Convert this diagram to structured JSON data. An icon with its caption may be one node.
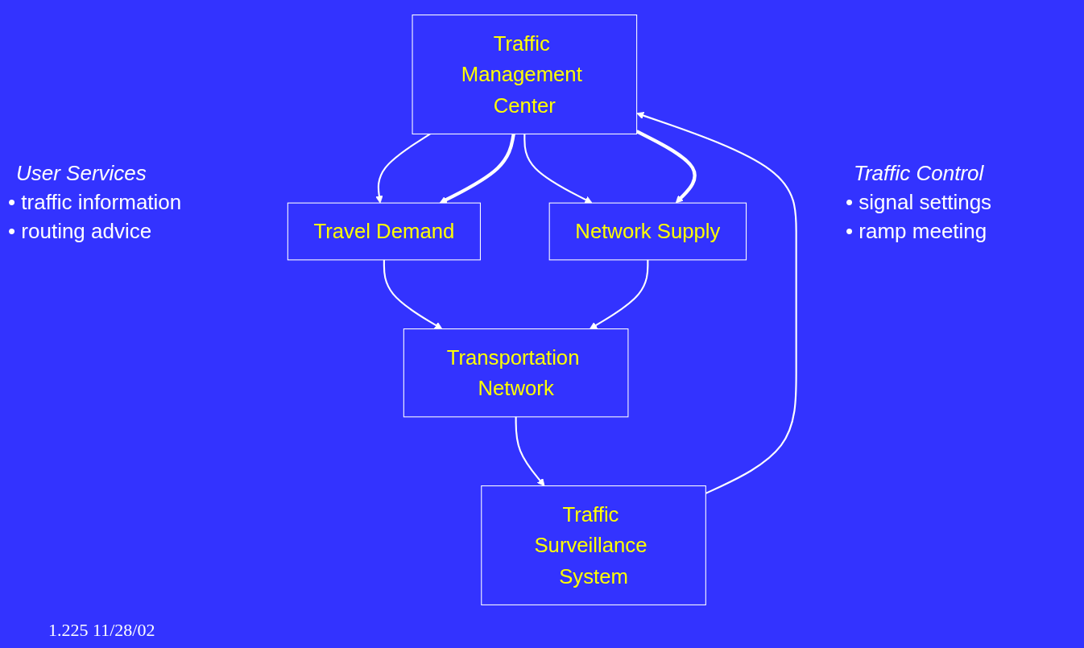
{
  "diagram": {
    "nodes": [
      {
        "text": [
          "Traffic Management Center"
        ]
      },
      {
        "text": [
          "Travel Demand"
        ]
      },
      {
        "text": [
          "Traffic Surveillance System"
        ]
      },
      {
        "text": [
          "Network Supply"
        ]
      },
      {
        "text": [
          "Transportation Network"
        ]
      }
    ],
    "edges": [
      {
        "from": 0,
        "to": 1,
        "arrow": "to"
      },
      {
        "from": 0,
        "to": 1,
        "arrow": "to",
        "style": "thick"
      },
      {
        "from": 0,
        "to": 3,
        "arrow": "to"
      },
      {
        "from": 0,
        "to": 3,
        "arrow": "to",
        "style": "thick"
      },
      {
        "from": 2,
        "to": 0,
        "arrow": "to"
      },
      {
        "from": 4,
        "to": 2,
        "arrow": "to"
      },
      {
        "from": 1,
        "to": 4,
        "arrow": "to"
      },
      {
        "from": 3,
        "to": 4,
        "arrow": "to"
      }
    ],
    "labels": [
      "User Services",
      "• traffic information",
      "• routing advice",
      "Traffic Control",
      "• signal settings",
      "• ramp meeting",
      "1.225  11/28/02"
    ]
  }
}
